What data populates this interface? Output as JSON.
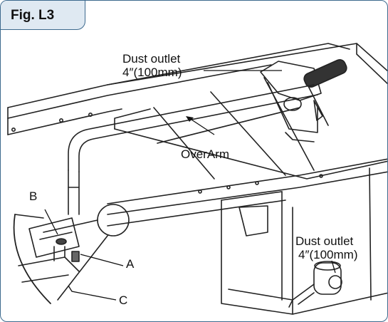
{
  "figure": {
    "title": "Fig. L3",
    "labels": {
      "dust_outlet_top_1": "Dust outlet",
      "dust_outlet_top_2": "4″(100mm)",
      "over_arm": "OverArm",
      "dust_outlet_right_1": "Dust outlet",
      "dust_outlet_right_2": "4″(100mm)",
      "callout_b": "B",
      "callout_a": "A",
      "callout_c": "C"
    }
  },
  "colors": {
    "frame": "#3d6a8e",
    "title_bg": "#dfe9f2",
    "line": "#222222"
  }
}
